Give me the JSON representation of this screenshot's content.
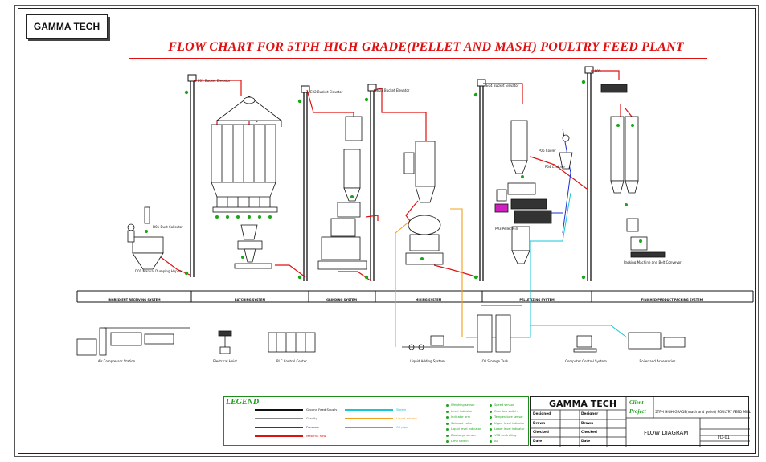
{
  "header": {
    "logo": "GAMMA TECH",
    "title": "FLOW CHART FOR 5TPH HIGH GRADE(PELLET AND MASH)  POULTRY FEED PLANT"
  },
  "process_labels": {
    "elev1": "E01 Bucket Elevator",
    "elev2": "E02 Bucket Elevator",
    "elev3": "E03 Bucket Elevator",
    "elev4": "E04 Bucket Elevator",
    "elev5": "P05",
    "dust": "D01 Dust Collector",
    "dump": "D01 Manual Dumping Hopper",
    "cooler": "P06 Cooler",
    "cyclone": "P04 Cyclone",
    "pellet": "P03 Pellet Mill",
    "packing": "Packing Machine and Belt Conveyor"
  },
  "sections": [
    "INGREDIENT RECEIVING SYSTEM",
    "BATCHING SYSTEM",
    "GRINDING SYSTEM",
    "MIXING SYSTEM",
    "PELLETIZING SYSTEM",
    "FINISHED PRODUCT PACKING SYSTEM"
  ],
  "equipment": [
    "Air Compressor Station",
    "Electrical Hoist",
    "PLC Control Center",
    "Liquid Adding System",
    "Oil Storage Tank",
    "Computer Control System",
    "Boiler and Accessories"
  ],
  "legend": {
    "title": "LEGEND",
    "lines": [
      {
        "label": "Ground Feed Supply",
        "color": "#111111"
      },
      {
        "label": "Gravity",
        "color": "#888888"
      },
      {
        "label": "Pressure",
        "color": "#1a2fd0"
      },
      {
        "label": "Material flow",
        "color": "#e01010"
      },
      {
        "label": "Steam",
        "color": "#19c6d6"
      },
      {
        "label": "Liquid adding",
        "color": "#f0a020"
      },
      {
        "label": "Oil pipe",
        "color": "#19c6d6"
      }
    ],
    "symbols": [
      "Weighing sensor",
      "Level indicator",
      "Indicator arm",
      "Solenoid valve",
      "Liquid level indicator",
      "Discharge sensor",
      "Limit switch",
      "Speed sensor",
      "Overflow switch",
      "Temperature sensor",
      "Upper level indicator",
      "Lower level indicator",
      "VFD controlling",
      "Air"
    ]
  },
  "title_block": {
    "company": "GAMMA TECH",
    "client_label": "Client",
    "project_label": "Project",
    "project": "5TPH HIGH GRADE(mash and pellet) POULTRY FEED MILL",
    "drawing_name": "FLOW DIAGRAM",
    "drawing_no": "FD-01",
    "row_labels": [
      "Designed",
      "Drawn",
      "Checked",
      "Date"
    ],
    "col_labels": [
      "Designer",
      "Drawn",
      "Checked",
      "Date"
    ]
  },
  "colors": {
    "material": "#e01010",
    "elevator": "#111111",
    "sensor": "#1aa51a",
    "liquid": "#f0a020",
    "steam": "#19c6d6",
    "pressure": "#1a2fd0"
  }
}
